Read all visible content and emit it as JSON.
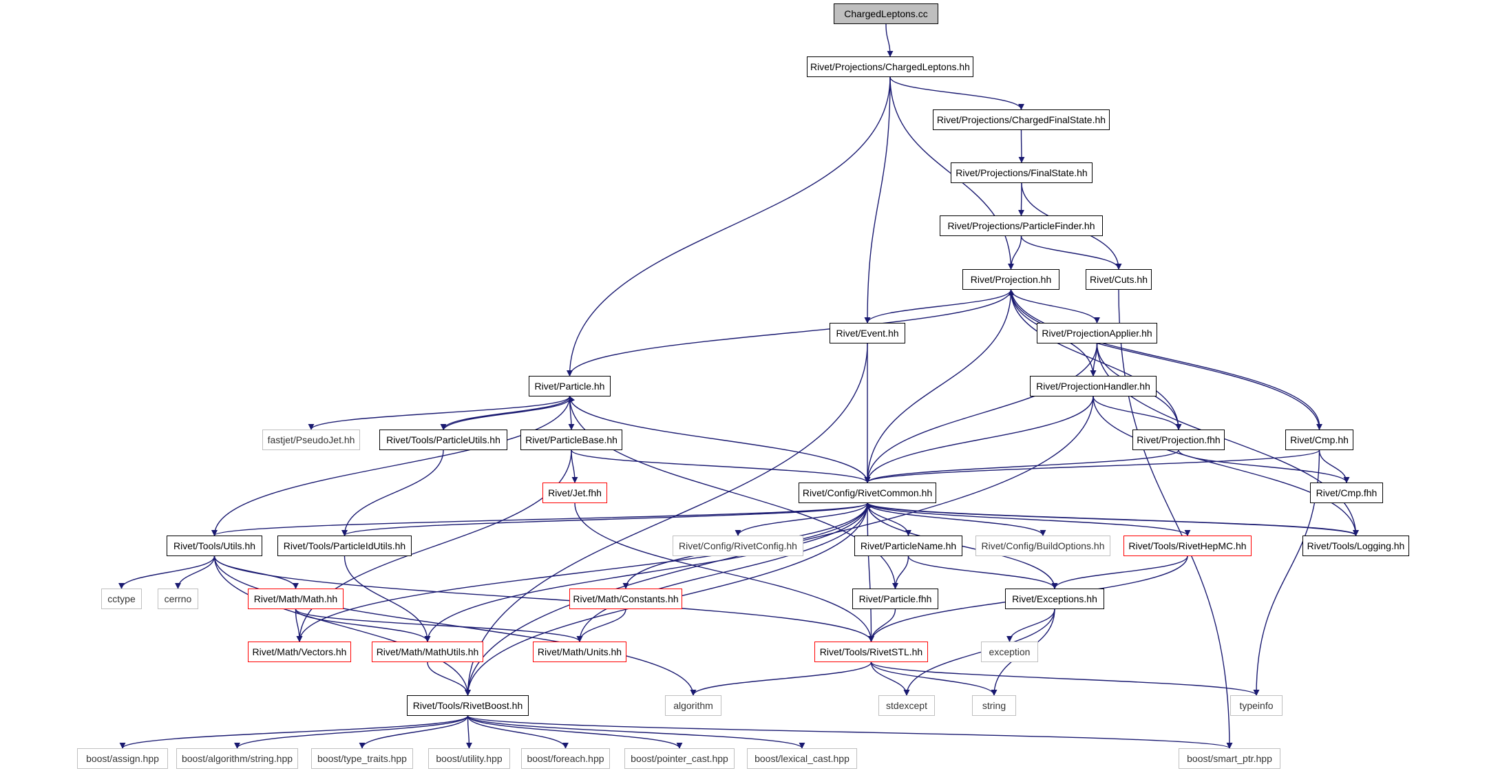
{
  "nodes": {
    "charged_leptons_cc": "ChargedLeptons.cc",
    "proj_charged_leptons_hh": "Rivet/Projections/ChargedLeptons.hh",
    "proj_charged_final_state_hh": "Rivet/Projections/ChargedFinalState.hh",
    "proj_final_state_hh": "Rivet/Projections/FinalState.hh",
    "proj_particle_finder_hh": "Rivet/Projections/ParticleFinder.hh",
    "projection_hh": "Rivet/Projection.hh",
    "cuts_hh": "Rivet/Cuts.hh",
    "event_hh": "Rivet/Event.hh",
    "projection_applier_hh": "Rivet/ProjectionApplier.hh",
    "projection_handler_hh": "Rivet/ProjectionHandler.hh",
    "particle_hh": "Rivet/Particle.hh",
    "fastjet_pseudojet_hh": "fastjet/PseudoJet.hh",
    "tools_particle_utils_hh": "Rivet/Tools/ParticleUtils.hh",
    "particle_base_hh": "Rivet/ParticleBase.hh",
    "projection_fhh": "Rivet/Projection.fhh",
    "cmp_hh": "Rivet/Cmp.hh",
    "jet_fhh": "Rivet/Jet.fhh",
    "config_rivet_common_hh": "Rivet/Config/RivetCommon.hh",
    "cmp_fhh": "Rivet/Cmp.fhh",
    "tools_utils_hh": "Rivet/Tools/Utils.hh",
    "tools_particle_id_utils_hh": "Rivet/Tools/ParticleIdUtils.hh",
    "config_rivet_config_hh": "Rivet/Config/RivetConfig.hh",
    "particle_name_hh": "Rivet/ParticleName.hh",
    "config_build_options_hh": "Rivet/Config/BuildOptions.hh",
    "tools_rivet_hepmc_hh": "Rivet/Tools/RivetHepMC.hh",
    "tools_logging_hh": "Rivet/Tools/Logging.hh",
    "cctype": "cctype",
    "cerrno": "cerrno",
    "math_math_hh": "Rivet/Math/Math.hh",
    "math_constants_hh": "Rivet/Math/Constants.hh",
    "particle_fhh": "Rivet/Particle.fhh",
    "exceptions_hh": "Rivet/Exceptions.hh",
    "math_vectors_hh": "Rivet/Math/Vectors.hh",
    "math_math_utils_hh": "Rivet/Math/MathUtils.hh",
    "math_units_hh": "Rivet/Math/Units.hh",
    "tools_rivet_stl_hh": "Rivet/Tools/RivetSTL.hh",
    "exception": "exception",
    "tools_rivet_boost_hh": "Rivet/Tools/RivetBoost.hh",
    "algorithm": "algorithm",
    "stdexcept": "stdexcept",
    "string": "string",
    "typeinfo": "typeinfo",
    "boost_assign_hpp": "boost/assign.hpp",
    "boost_algorithm_string_hpp": "boost/algorithm/string.hpp",
    "boost_type_traits_hpp": "boost/type_traits.hpp",
    "boost_utility_hpp": "boost/utility.hpp",
    "boost_foreach_hpp": "boost/foreach.hpp",
    "boost_pointer_cast_hpp": "boost/pointer_cast.hpp",
    "boost_lexical_cast_hpp": "boost/lexical_cast.hpp",
    "boost_smart_ptr_hpp": "boost/smart_ptr.hpp"
  },
  "colors": {
    "edge": "#191970",
    "node_border": "#000000",
    "root_fill": "#bfbfbf",
    "external_border": "#bfbfbf",
    "truncated_border": "#ff0000"
  }
}
